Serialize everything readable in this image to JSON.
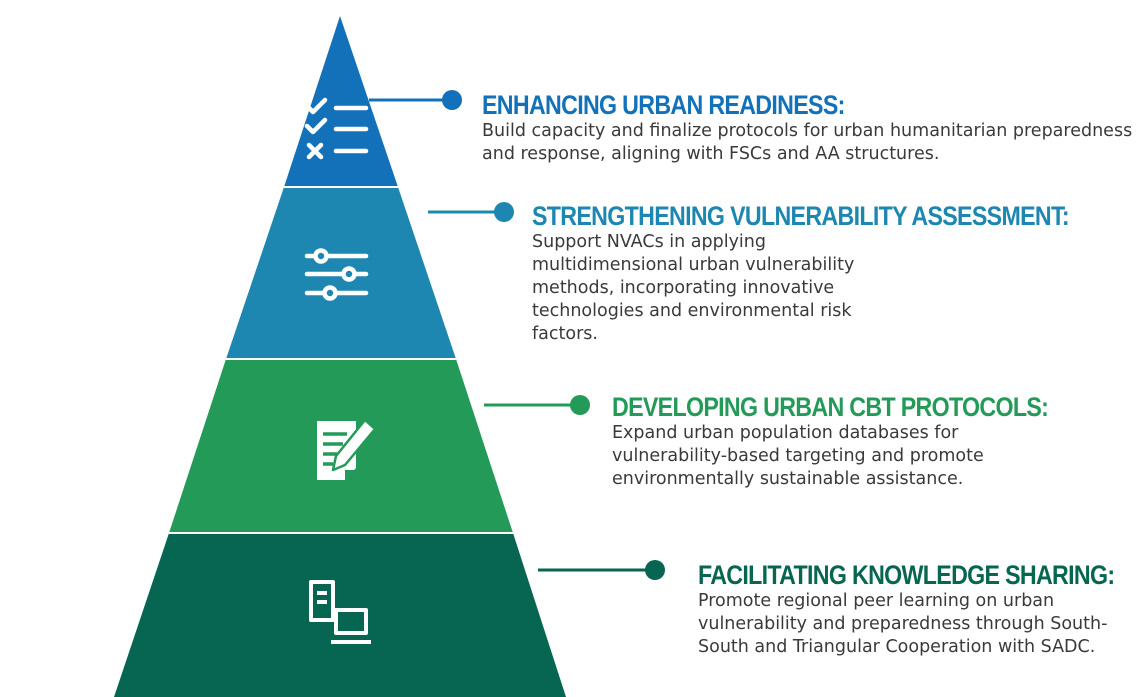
{
  "colors": {
    "tier1": "#1271b9",
    "tier2": "#1d87b2",
    "tier3": "#239a58",
    "tier4": "#076652",
    "icon": "#ffffff",
    "body_text": "#3a3a3a"
  },
  "tiers": [
    {
      "icon": "checklist-icon",
      "title": "Enhancing Urban Readiness:",
      "description": "Build capacity and finalize protocols for urban humanitarian preparedness and response, aligning with FSCs and AA structures."
    },
    {
      "icon": "sliders-icon",
      "title": "Strengthening Vulnerability Assessment:",
      "description": "Support NVACs in applying multidimensional urban vulnerability methods, incorporating innovative technologies and environmental risk factors."
    },
    {
      "icon": "document-edit-icon",
      "title": "Developing Urban CBT Protocols:",
      "description": "Expand urban population databases for vulnerability-based targeting and promote environmentally sustainable assistance."
    },
    {
      "icon": "document-laptop-icon",
      "title": "Facilitating Knowledge Sharing:",
      "description": "Promote regional peer learning on urban vulnerability and preparedness through South-South and Triangular Cooperation with SADC."
    }
  ]
}
